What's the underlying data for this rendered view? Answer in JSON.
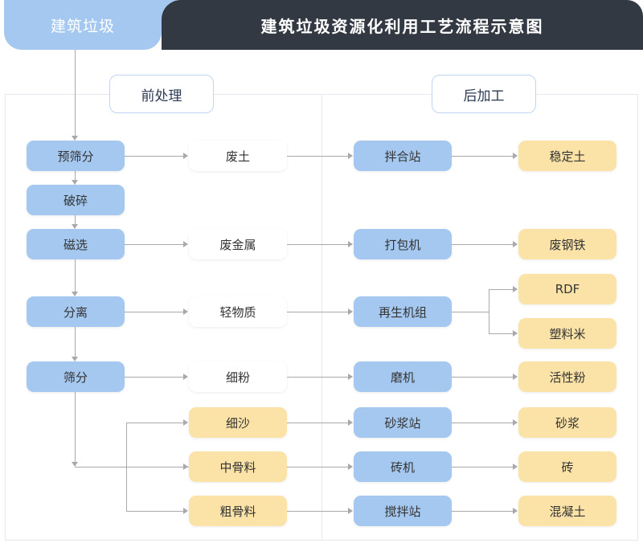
{
  "header": {
    "tab_label": "建筑垃圾",
    "title": "建筑垃圾资源化利用工艺流程示意图",
    "tab_color": "#a5c8f0",
    "bar_color": "#333942"
  },
  "stages": {
    "pre_label": "前处理",
    "post_label": "后加工"
  },
  "palette": {
    "blue": "#a5c8f0",
    "white": "#ffffff",
    "yellow": "#fbe3a8",
    "line": "#a8a8ad",
    "border": "#e8e6ef"
  },
  "columns": {
    "process": [
      {
        "label": "预筛分",
        "color": "blue"
      },
      {
        "label": "破碎",
        "color": "blue"
      },
      {
        "label": "磁选",
        "color": "blue"
      },
      {
        "label": "分离",
        "color": "blue"
      },
      {
        "label": "筛分",
        "color": "blue"
      }
    ],
    "intermediate": [
      {
        "label": "废土",
        "color": "white"
      },
      {
        "label": "废金属",
        "color": "white"
      },
      {
        "label": "轻物质",
        "color": "white"
      },
      {
        "label": "细粉",
        "color": "white"
      },
      {
        "label": "细沙",
        "color": "yellow"
      },
      {
        "label": "中骨料",
        "color": "yellow"
      },
      {
        "label": "粗骨料",
        "color": "yellow"
      }
    ],
    "equipment": [
      {
        "label": "拌合站",
        "color": "blue"
      },
      {
        "label": "打包机",
        "color": "blue"
      },
      {
        "label": "再生机组",
        "color": "blue"
      },
      {
        "label": "磨机",
        "color": "blue"
      },
      {
        "label": "砂浆站",
        "color": "blue"
      },
      {
        "label": "砖机",
        "color": "blue"
      },
      {
        "label": "搅拌站",
        "color": "blue"
      }
    ],
    "product": [
      {
        "label": "稳定土",
        "color": "yellow"
      },
      {
        "label": "废钢铁",
        "color": "yellow"
      },
      {
        "label": "RDF",
        "color": "yellow"
      },
      {
        "label": "塑料米",
        "color": "yellow"
      },
      {
        "label": "活性粉",
        "color": "yellow"
      },
      {
        "label": "砂浆",
        "color": "yellow"
      },
      {
        "label": "砖",
        "color": "yellow"
      },
      {
        "label": "混凝土",
        "color": "yellow"
      }
    ]
  }
}
